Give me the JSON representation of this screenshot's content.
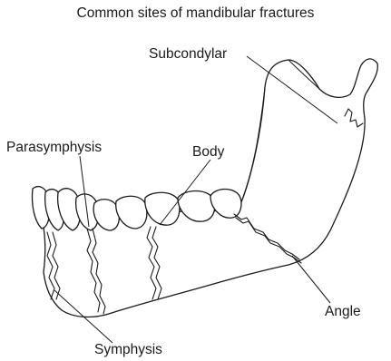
{
  "figure": {
    "title": "Common sites of mandibular fractures",
    "labels": {
      "subcondylar": "Subcondylar",
      "parasymphysis": "Parasymphysis",
      "body": "Body",
      "angle": "Angle",
      "symphysis": "Symphysis"
    }
  }
}
